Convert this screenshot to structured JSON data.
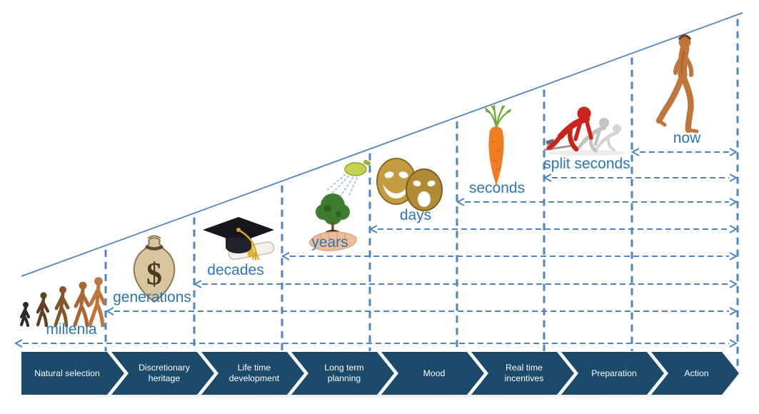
{
  "colors": {
    "accent_blue": "#2e75b6",
    "line_blue": "#4e84c4",
    "banner_bg": "#1b4a6b",
    "banner_text": "#ffffff"
  },
  "stages": [
    {
      "banner_label": "Natural selection",
      "time_label": "millenia",
      "icon": "evolution-march-image"
    },
    {
      "banner_label": "Discretionary heritage",
      "time_label": "generations",
      "icon": "money-bag-image"
    },
    {
      "banner_label": "Life time development",
      "time_label": "decades",
      "icon": "graduation-cap-image"
    },
    {
      "banner_label": "Long term planning",
      "time_label": "years",
      "icon": "hand-holding-tree-image"
    },
    {
      "banner_label": "Mood",
      "time_label": "days",
      "icon": "theater-masks-image"
    },
    {
      "banner_label": "Real time incentives",
      "time_label": "seconds",
      "icon": "carrot-image"
    },
    {
      "banner_label": "Preparation",
      "time_label": "split seconds",
      "icon": "sprinters-start-image"
    },
    {
      "banner_label": "Action",
      "time_label": "now",
      "icon": "walking-man-image"
    }
  ]
}
